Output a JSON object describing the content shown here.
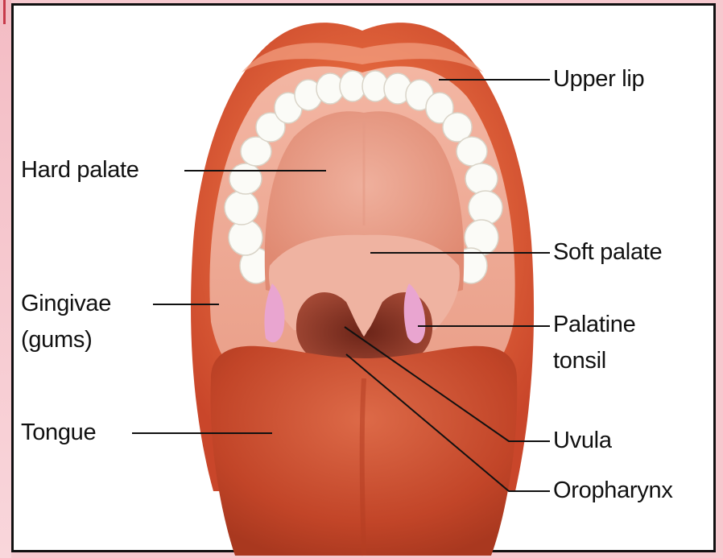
{
  "colors": {
    "background": "#f6c9cf",
    "lip": "#d9552f",
    "lip_highlight": "#f08c66",
    "teeth": "#fbfbf7",
    "palate": "#e99a86",
    "soft_palate": "#efaa98",
    "tonsil": "#e9a5d0",
    "oropharynx": "#8a3a2a",
    "tongue": "#c84a2c",
    "leader_line": "#111111"
  },
  "labels": {
    "upper_lip": "Upper lip",
    "hard_palate": "Hard palate",
    "soft_palate": "Soft palate",
    "gingivae": "Gingivae",
    "gums": "(gums)",
    "palatine": "Palatine",
    "tonsil": "tonsil",
    "tongue": "Tongue",
    "uvula": "Uvula",
    "oropharynx": "Oropharynx"
  }
}
